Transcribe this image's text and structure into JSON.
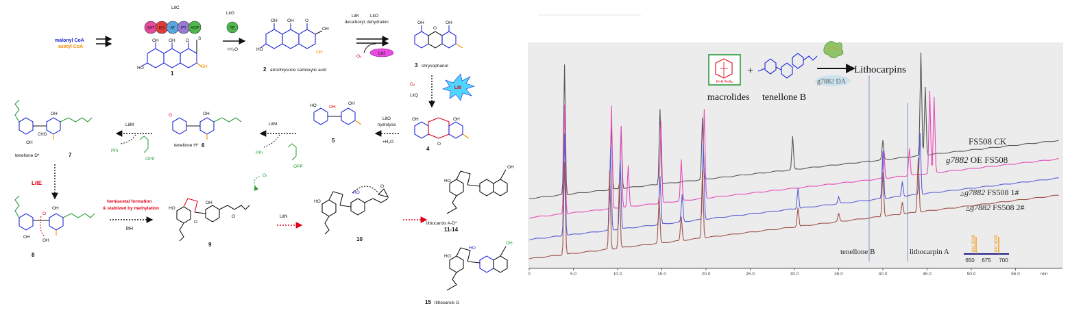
{
  "pathway": {
    "precursors": {
      "malonyl": "malonyl CoA",
      "acetyl": "acetyl CoA"
    },
    "enzymes": {
      "litc": "LitC",
      "litg": "LitG",
      "litk": "LitK",
      "lito": "LitO",
      "litj": "LitJ",
      "liti": "LitI",
      "litq": "LitQ",
      "lito2": "LitO",
      "litm1": "LitM",
      "litm2": "LitM",
      "lite": "LitE",
      "lith": "litH",
      "litn": "LitN"
    },
    "domains": [
      "SAT",
      "KS",
      "AT",
      "PT",
      "ACP"
    ],
    "te_domain": "TE",
    "steps": {
      "decarb": "decarboxyl, dehydration",
      "water1": "+H₂O",
      "o2_a": "O₂",
      "o2_b": "O₂",
      "o2_c": "O₂",
      "hydrolysis": "hydrolysis",
      "water2": "+H₂O",
      "ppi1": "PPi",
      "ppi2": "PPi",
      "opp1": "OPP",
      "opp2": "OPP",
      "hemiacetal1": "hemiacetal  formation",
      "hemiacetal2": "& stablized by methylation"
    },
    "compounds": {
      "c1_num": "1",
      "c2_num": "2",
      "c2_name": "atrochrysone carboxylic acid",
      "c3_num": "3",
      "c3_name": "chrysophanol",
      "c4_num": "4",
      "c5_num": "5",
      "c6_num": "6",
      "c6_name": "tenellone H*",
      "c7_num": "7",
      "c7_name": "tenellone D*",
      "c8_num": "8",
      "c9_num": "9",
      "c10_num": "10",
      "c11_name": "lithocarols A-D*",
      "c11_num": "11-14",
      "c15_num": "15",
      "c15_name": "lithocarols G"
    }
  },
  "chromatogram": {
    "scheme": {
      "macrolides": "macrolides",
      "tenellone": "tenellone B",
      "plus": "+",
      "product": "Lithocarpins",
      "enzyme": "g7882 DA",
      "formula": "R=H R=Ac"
    },
    "traces": [
      {
        "label": "FS508 CK",
        "color": "#555555"
      },
      {
        "label_pre": "",
        "label_ital": "g7882",
        "label_post": " OE FS508",
        "color": "#e64bb9"
      },
      {
        "label_pre": "△",
        "label_ital": "g7882",
        "label_post": " FS508 1#",
        "color": "#5b5fd6"
      },
      {
        "label_pre": "△",
        "label_ital": "g7882",
        "label_post": " FS508 2#",
        "color": "#a0524a"
      }
    ],
    "markers": {
      "tenellone": "tenellone B",
      "lithocarpin": "lithocarpin A"
    },
    "inset": {
      "ticks": [
        "650",
        "675",
        "700"
      ],
      "peak1": "661.5000",
      "peak2": "697.4000"
    },
    "x_ticks": [
      "0",
      "5.0",
      "10.0",
      "15.0",
      "20.0",
      "25.0",
      "30.0",
      "35.0",
      "40.0",
      "45.0",
      "50.0",
      "55.0"
    ],
    "x_unit": "min",
    "colors": {
      "background": "#ececec",
      "marker": "#8aa6c8",
      "accent_red": "#e0001a",
      "accent_green": "#2a9a3a",
      "accent_blue": "#1c26d9"
    }
  }
}
